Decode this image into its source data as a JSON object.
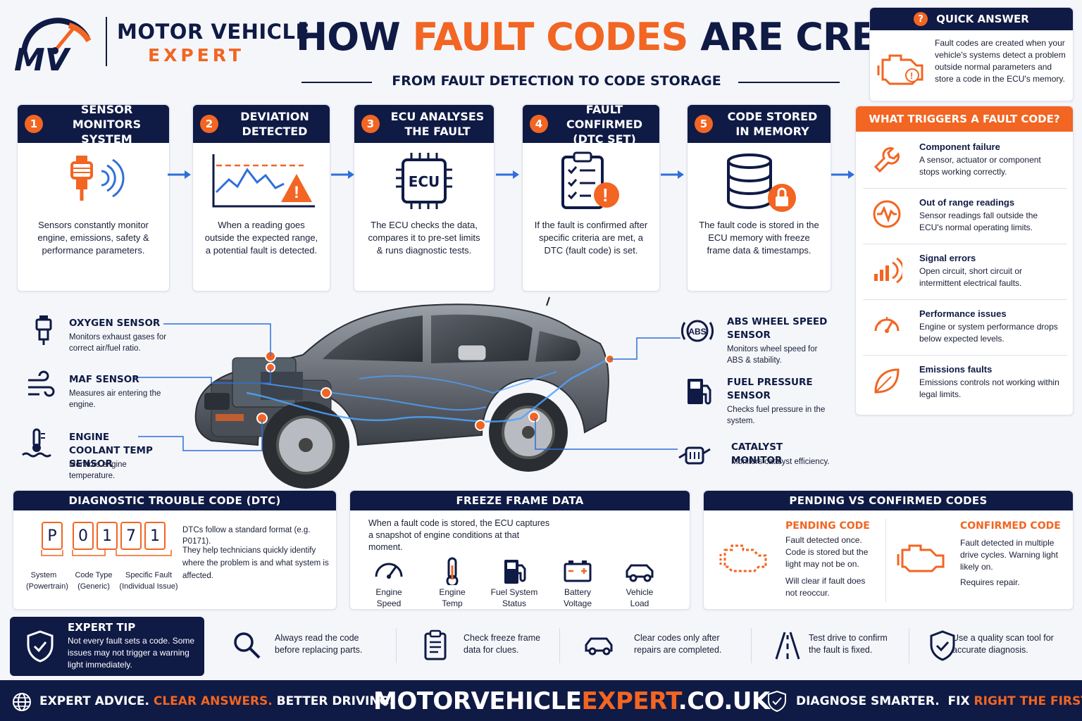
{
  "brand": {
    "line1": "MOTOR VEHICLE",
    "line2": "EXPERT",
    "logo_text": "MV"
  },
  "title": {
    "part1": "HOW ",
    "part2": "FAULT CODES",
    "part3": " ARE CREATED",
    "subtitle": "FROM FAULT DETECTION TO CODE STORAGE"
  },
  "quick_answer": {
    "title": "QUICK ANSWER",
    "text": "Fault codes are created when your vehicle's systems detect a problem outside normal parameters and store a code in the ECU's memory.",
    "icon": "engine-warning-icon"
  },
  "steps": [
    {
      "num": "1",
      "title": "SENSOR MONITORS SYSTEM",
      "text": "Sensors constantly monitor engine, emissions, safety & performance parameters.",
      "icon": "sensor-icon"
    },
    {
      "num": "2",
      "title": "DEVIATION DETECTED",
      "text": "When a reading goes outside the expected range, a potential fault is detected.",
      "icon": "deviation-graph-icon"
    },
    {
      "num": "3",
      "title": "ECU ANALYSES THE FAULT",
      "text": "The ECU checks the data, compares it to pre-set limits & runs diagnostic tests.",
      "icon": "ecu-chip-icon",
      "chip_label": "ECU"
    },
    {
      "num": "4",
      "title": "FAULT CONFIRMED (DTC SET)",
      "text": "If the fault is confirmed after specific criteria are met, a DTC (fault code) is set.",
      "icon": "checklist-warning-icon"
    },
    {
      "num": "5",
      "title": "CODE STORED IN MEMORY",
      "text": "The fault code is stored in the ECU memory with freeze frame data & timestamps.",
      "icon": "database-lock-icon"
    }
  ],
  "triggers": {
    "title": "WHAT TRIGGERS A FAULT CODE?",
    "items": [
      {
        "title": "Component failure",
        "text": "A sensor, actuator or component stops working correctly.",
        "icon": "wrench-icon"
      },
      {
        "title": "Out of range readings",
        "text": "Sensor readings fall outside the ECU's normal operating limits.",
        "icon": "pulse-icon"
      },
      {
        "title": "Signal errors",
        "text": "Open circuit, short circuit or intermittent electrical faults.",
        "icon": "signal-bars-icon"
      },
      {
        "title": "Performance issues",
        "text": "Engine or system performance drops below expected levels.",
        "icon": "gauge-icon"
      },
      {
        "title": "Emissions faults",
        "text": "Emissions controls not working within legal limits.",
        "icon": "leaf-icon"
      }
    ]
  },
  "sensors_left": [
    {
      "title": "OXYGEN SENSOR",
      "text": "Monitors exhaust gases for correct air/fuel ratio.",
      "icon": "oxygen-sensor-icon"
    },
    {
      "title": "MAF SENSOR",
      "text": "Measures air entering the engine.",
      "icon": "airflow-icon"
    },
    {
      "title": "ENGINE COOLANT TEMP SENSOR",
      "text": "Monitors engine temperature.",
      "icon": "coolant-temp-icon"
    }
  ],
  "sensors_right": [
    {
      "title": "ABS WHEEL SPEED SENSOR",
      "text": "Monitors wheel speed for ABS & stability.",
      "icon": "abs-icon",
      "icon_label": "ABS"
    },
    {
      "title": "FUEL PRESSURE SENSOR",
      "text": "Checks fuel pressure in the system.",
      "icon": "fuel-pump-icon"
    },
    {
      "title": "CATALYST MONITOR",
      "text": "Monitors catalyst efficiency.",
      "icon": "catalyst-icon"
    }
  ],
  "dtc": {
    "title": "DIAGNOSTIC TROUBLE CODE (DTC)",
    "chars": [
      "P",
      "0",
      "1",
      "7",
      "1"
    ],
    "labels": [
      {
        "l1": "System",
        "l2": "(Powertrain)"
      },
      {
        "l1": "Code Type",
        "l2": "(Generic)"
      },
      {
        "l1": "Specific Fault",
        "l2": "(Individual Issue)"
      }
    ],
    "text1": "DTCs follow a standard format (e.g. P0171).",
    "text2": "They help technicians quickly identify where the problem is and what system is affected."
  },
  "freeze": {
    "title": "FREEZE FRAME DATA",
    "text": "When a fault code is stored, the ECU captures a snapshot of engine conditions at that moment.",
    "items": [
      {
        "l1": "Engine",
        "l2": "Speed",
        "icon": "speedometer-icon"
      },
      {
        "l1": "Engine",
        "l2": "Temp",
        "icon": "thermometer-icon"
      },
      {
        "l1": "Fuel System",
        "l2": "Status",
        "icon": "fuel-icon"
      },
      {
        "l1": "Battery",
        "l2": "Voltage",
        "icon": "battery-icon"
      },
      {
        "l1": "Vehicle",
        "l2": "Load",
        "icon": "car-load-icon"
      }
    ]
  },
  "pending": {
    "title": "PENDING VS CONFIRMED CODES",
    "pending_title": "PENDING CODE",
    "pending_text1": "Fault detected once. Code is stored but the light may not be on.",
    "pending_text2": "Will clear if fault does not reoccur.",
    "confirmed_title": "CONFIRMED CODE",
    "confirmed_text1": "Fault detected in multiple drive cycles. Warning light likely on.",
    "confirmed_text2": "Requires repair."
  },
  "expert_tip": {
    "title": "EXPERT TIP",
    "text": "Not every fault sets a code. Some issues may not trigger a warning light immediately."
  },
  "tips": [
    {
      "text": "Always read the code before replacing parts.",
      "icon": "magnifier-icon"
    },
    {
      "text": "Check freeze frame data for clues.",
      "icon": "clipboard-icon"
    },
    {
      "text": "Clear codes only after repairs are completed.",
      "icon": "car-icon"
    },
    {
      "text": "Test drive to confirm the fault is fixed.",
      "icon": "road-icon"
    },
    {
      "text": "Use a quality scan tool for accurate diagnosis.",
      "icon": "shield-check-icon"
    }
  ],
  "footer": {
    "left1": "EXPERT ADVICE. ",
    "left2": "CLEAR ANSWERS.",
    "left3": " BETTER DRIVING.",
    "url1": "MOTORVEHICLE",
    "url2": "EXPERT",
    "url3": ".CO.UK",
    "right1": "DIAGNOSE SMARTER.  FIX ",
    "right2": "RIGHT THE FIRST TIME."
  },
  "colors": {
    "navy": "#0f1a45",
    "orange": "#f26522",
    "blue": "#2f6fd8"
  }
}
